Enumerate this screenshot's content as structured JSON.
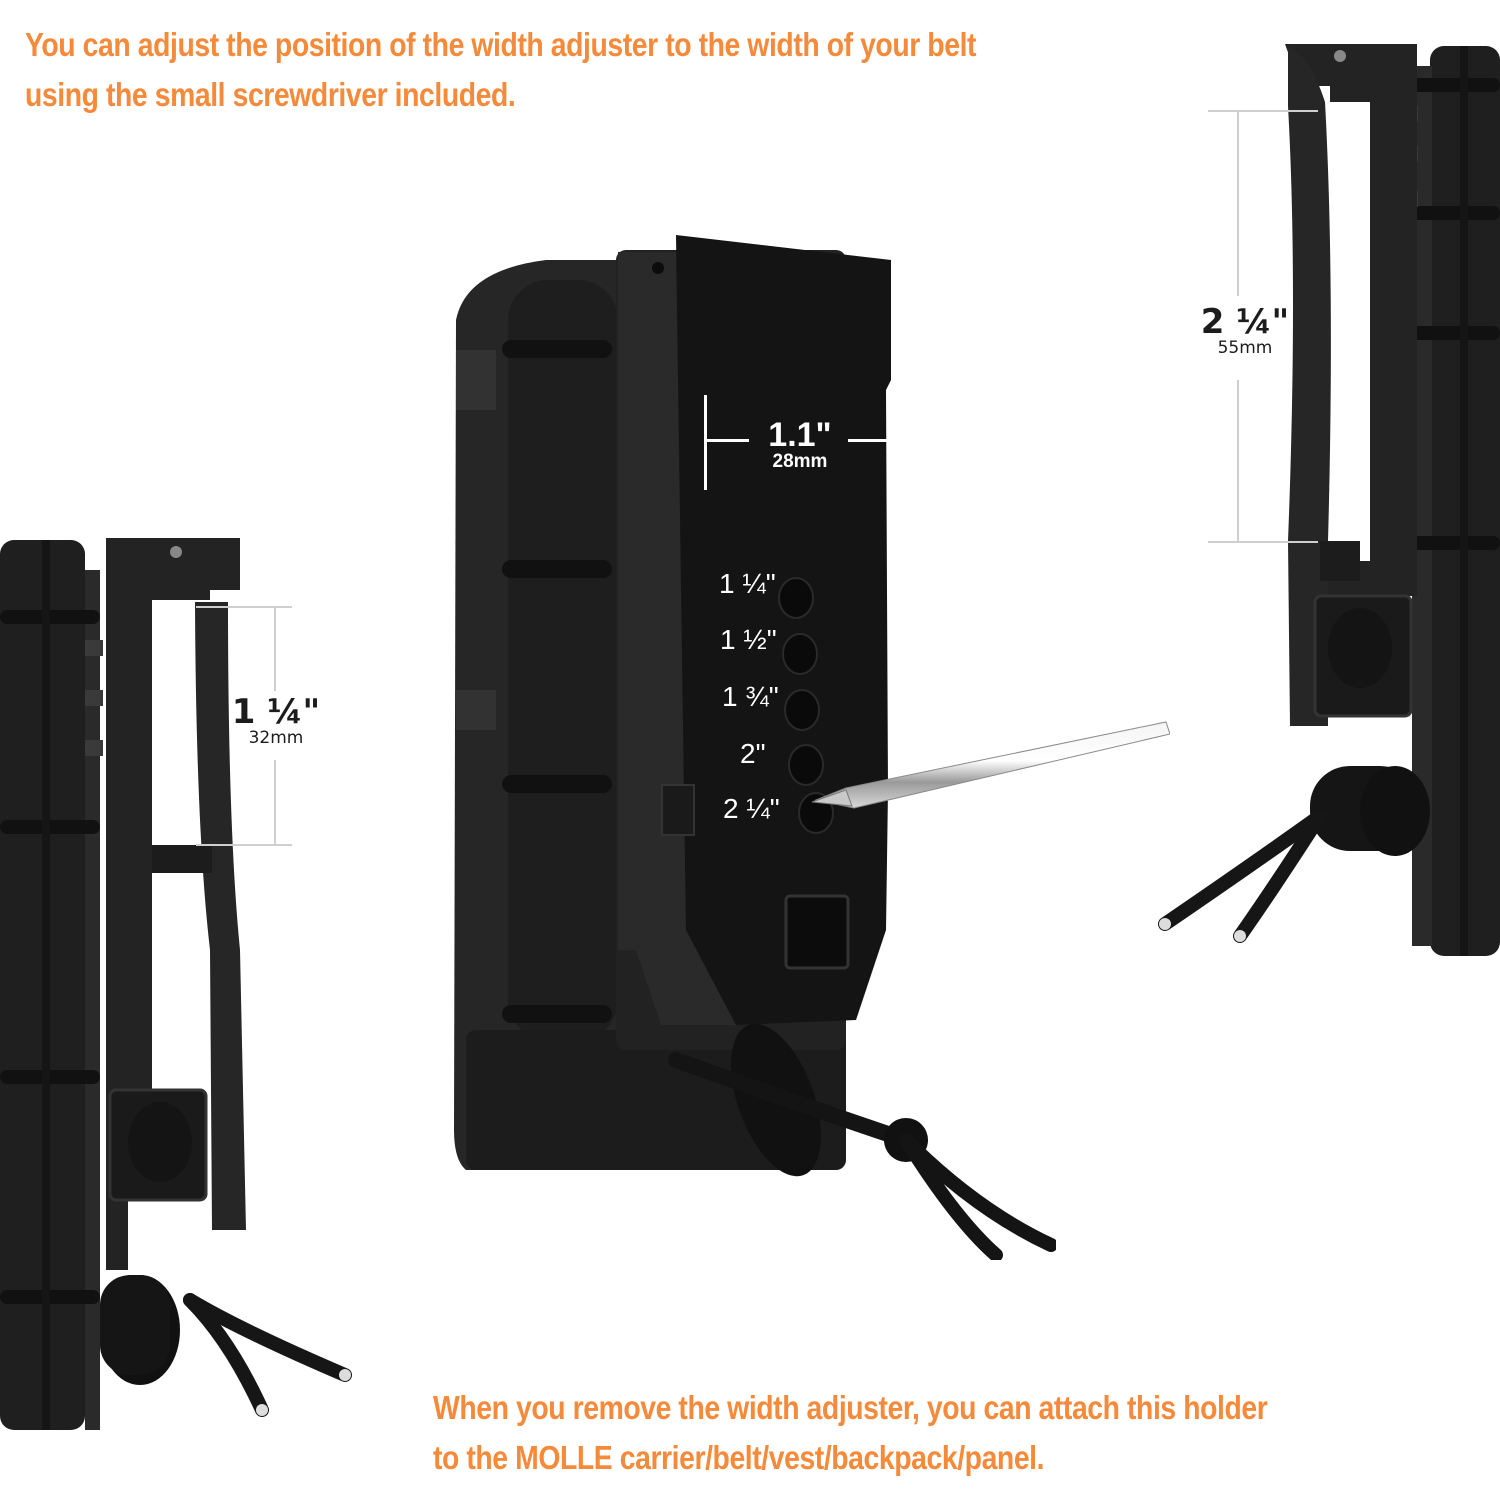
{
  "captions": {
    "top": {
      "line1": "You can adjust the position of the width adjuster to the width of your belt",
      "line2": "using the small screwdriver included."
    },
    "bottom": {
      "line1": "When you remove the width adjuster, you can attach this holder",
      "line2": "to the MOLLE carrier/belt/vest/backpack/panel."
    }
  },
  "colors": {
    "caption_orange": "#f58a3b",
    "product_black": "#1e1e1e",
    "background": "#ffffff"
  },
  "left_view": {
    "dimension": {
      "inch": "1 ¼\"",
      "mm": "32mm"
    }
  },
  "center_view": {
    "clip_width": {
      "inch": "1.1\"",
      "mm": "28mm"
    },
    "slot_labels": [
      "1 ¼\"",
      "1 ½\"",
      "1 ¾\"",
      "2\"",
      "2 ¼\""
    ],
    "tool": "screwdriver"
  },
  "right_view": {
    "dimension": {
      "inch": "2 ¼\"",
      "mm": "55mm"
    }
  }
}
